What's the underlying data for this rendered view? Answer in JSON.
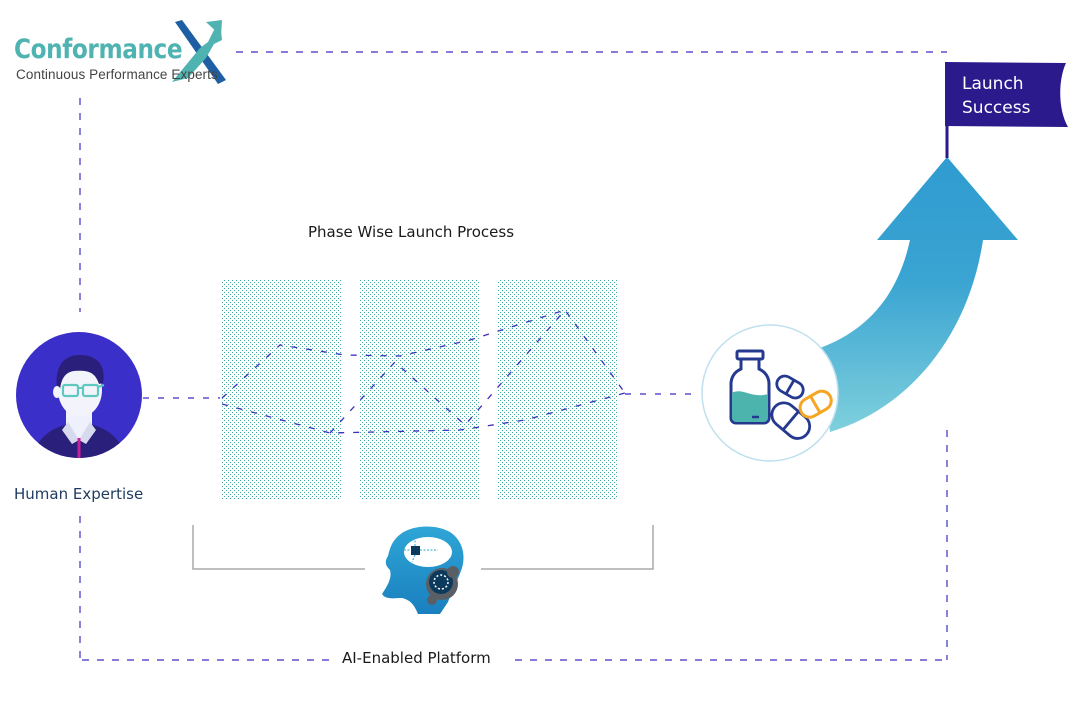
{
  "logo": {
    "brand": "Conformance",
    "tagline": "Continuous Performance Experts",
    "mark_icon": "x-arrow-logo-icon"
  },
  "diagram": {
    "title": "Phase Wise Launch Process",
    "phases_count": 3,
    "input": {
      "label": "Human Expertise",
      "icon": "person-avatar-icon"
    },
    "platform": {
      "label": "AI-Enabled Platform",
      "icon": "ai-brain-head-icon"
    },
    "product": {
      "icon": "medicine-vial-pills-icon"
    },
    "goal": {
      "line1": "Launch",
      "line2": "Success",
      "icon": "flag-icon"
    },
    "colors": {
      "accent_purple": "#3a2fc0",
      "flag_navy": "#2b1a8c",
      "dotted_teal": "#3aa89e",
      "arrow_blue": "#2f9bd0",
      "arrow_light": "#7fd0dc",
      "bracket_gray": "#aaaaaa",
      "pill_orange": "#f5a623",
      "icon_navy": "#253a8f"
    }
  }
}
